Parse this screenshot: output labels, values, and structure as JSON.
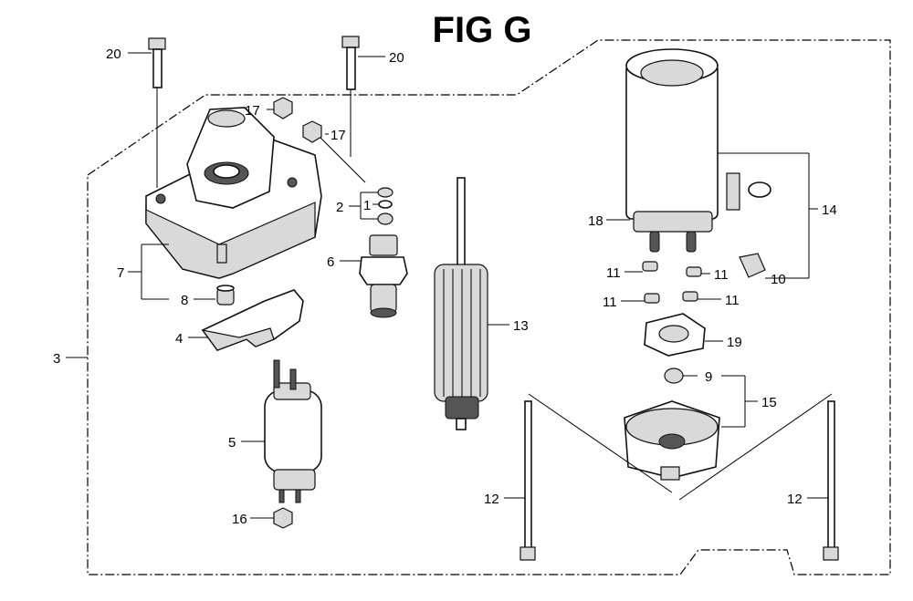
{
  "figure": {
    "title": "FIG G",
    "callouts": [
      "1",
      "2",
      "3",
      "4",
      "5",
      "6",
      "7",
      "8",
      "9",
      "10",
      "11",
      "12",
      "13",
      "14",
      "15",
      "16",
      "17",
      "18",
      "19",
      "20"
    ]
  },
  "labels": {
    "c20a": "20",
    "c20b": "20",
    "c17a": "17",
    "c17b": "17",
    "c2": "2",
    "c1": "1",
    "c7": "7",
    "c8": "8",
    "c6": "6",
    "c4": "4",
    "c3": "3",
    "c5": "5",
    "c16": "16",
    "c13": "13",
    "c18": "18",
    "c14": "14",
    "c10": "10",
    "c11a": "11",
    "c11b": "11",
    "c11c": "11",
    "c11d": "11",
    "c19": "19",
    "c9": "9",
    "c15": "15",
    "c12a": "12",
    "c12b": "12"
  }
}
